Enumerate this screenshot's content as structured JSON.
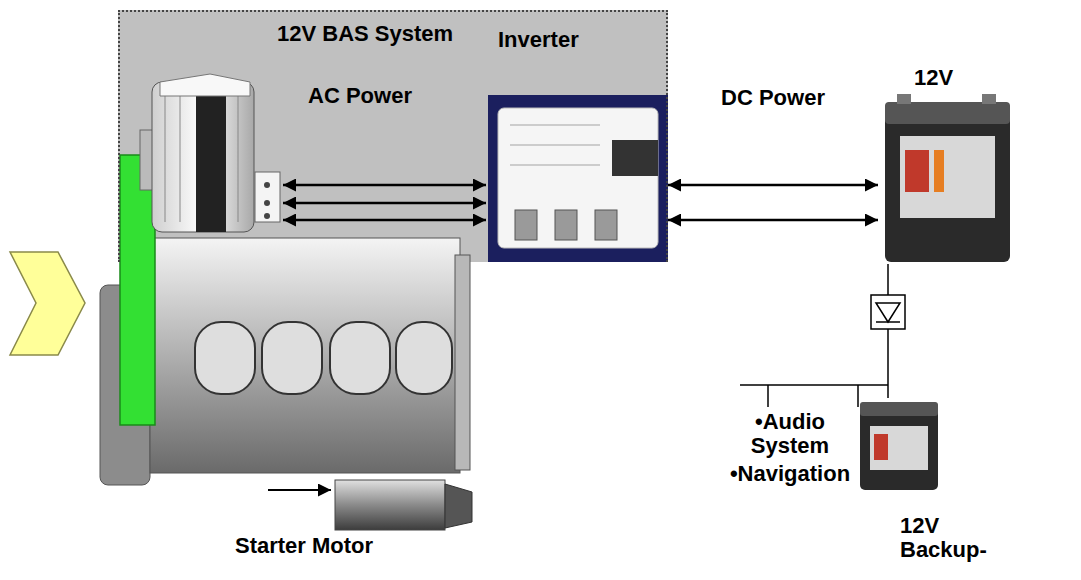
{
  "diagram": {
    "nodes": [
      {
        "text": [
          "12V BAS System"
        ]
      },
      {
        "text": [
          "Inverter"
        ],
        "in": 0
      },
      {
        "text": [
          "12V"
        ]
      },
      {
        "text": [
          "Starter Motor"
        ]
      },
      {
        "text": [
          "12V Backup-"
        ]
      }
    ],
    "edges": [
      {
        "from": 1,
        "to": 2,
        "arrow": "both",
        "label": "DC Power"
      },
      {
        "from": 1,
        "to": 2,
        "arrow": "both"
      },
      {
        "from": 2,
        "to": 4,
        "arrow": "none"
      }
    ],
    "labels": [
      "AC Power",
      "•Audio System",
      "•Navigation"
    ]
  }
}
